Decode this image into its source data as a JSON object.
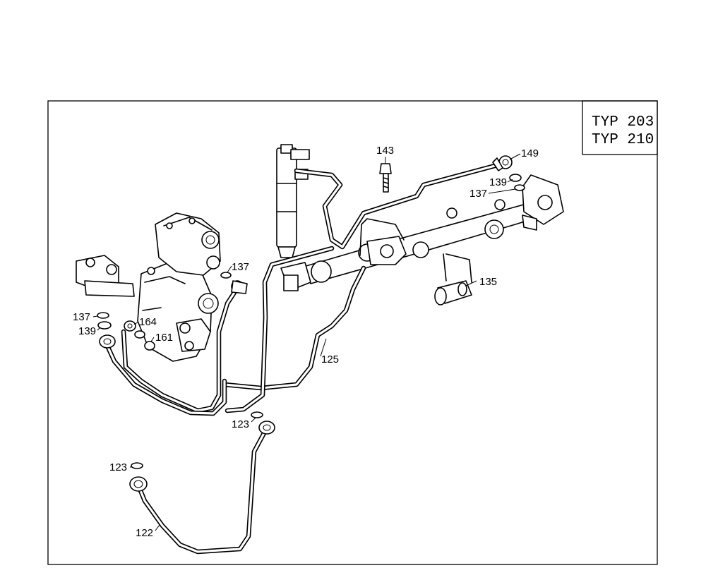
{
  "variant_box": {
    "lines": [
      "TYP 203",
      "TYP 210"
    ]
  },
  "callouts": {
    "c143": "143",
    "c149": "149",
    "c139_top": "139",
    "c137_top": "137",
    "c135": "135",
    "c137_mid": "137",
    "c137_left": "137",
    "c139_left": "139",
    "c164": "164",
    "c161": "161",
    "c125": "125",
    "c123_mid": "123",
    "c123_low": "123",
    "c122": "122"
  }
}
